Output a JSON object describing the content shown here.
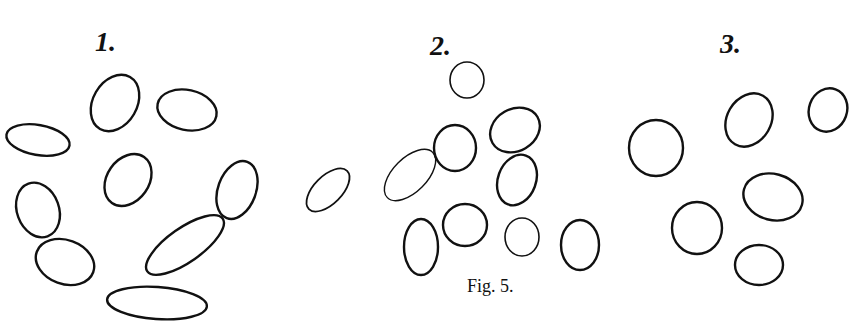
{
  "diagram": {
    "caption": "Fig. 5.",
    "labels": [
      "1.",
      "2.",
      "3."
    ]
  }
}
